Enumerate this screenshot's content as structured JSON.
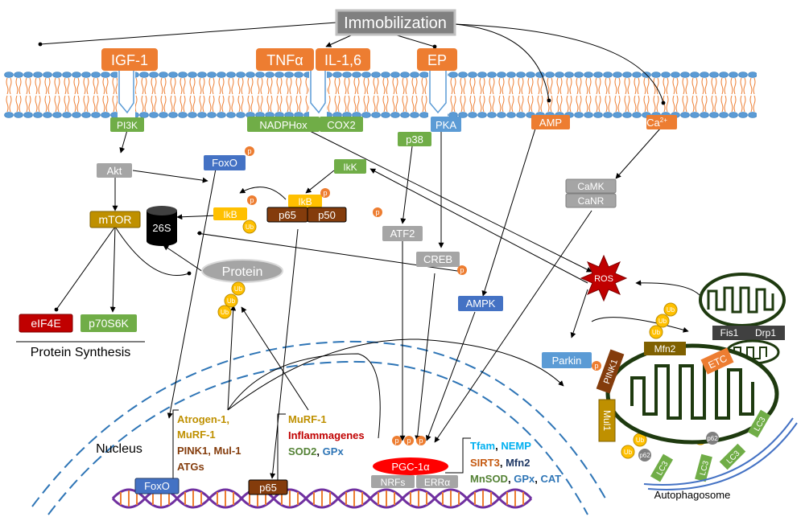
{
  "colors": {
    "orange": "#ED7D31",
    "green": "#70AD47",
    "blue": "#4472C4",
    "lightblue": "#5B9BD5",
    "gray": "#A5A5A5",
    "gold": "#BF9000",
    "yellow": "#FFC000",
    "red": "#C00000",
    "brown": "#843C0C",
    "darkgreen": "#375623",
    "navy": "#1F3864",
    "cyan": "#00B0F0",
    "teal": "#2E75B6"
  },
  "top": {
    "immobilization": "Immobilization"
  },
  "receptors": {
    "igf1": "IGF-1",
    "tnfa": "TNFα",
    "il16": "IL-1,6",
    "ep": "EP"
  },
  "membrane": {
    "pi3k": "PI3K",
    "nadphox": "NADPHox",
    "cox2": "COX2",
    "pka": "PKA",
    "amp": "AMP",
    "ca_base": "Ca",
    "ca_sup": "2+",
    "p38": "p38"
  },
  "cyto": {
    "akt": "Akt",
    "foxo": "FoxO",
    "ikk": "IkK",
    "ikb": "IkB",
    "ikb2": "IkB",
    "p65": "p65",
    "p50": "p50",
    "mtor": "mTOR",
    "proteasome": "26S",
    "atf2": "ATF2",
    "camk": "CaMK",
    "canr": "CaNR",
    "creb": "CREB",
    "protein": "Protein",
    "ampk": "AMPK",
    "ros": "ROS",
    "parkin": "Parkin",
    "eif4e": "eIF4E",
    "p70s6k": "p70S6K",
    "protein_synthesis": "Protein Synthesis"
  },
  "mito": {
    "fis1": "Fis1",
    "drp1": "Drp1",
    "mfn2": "Mfn2",
    "pink1": "PINK1",
    "etc": "ETC",
    "mul1": "Mul1",
    "lc3": "LC3",
    "p62": "p62",
    "autophagosome": "Autophagosome"
  },
  "badges": {
    "p": "p",
    "ub": "Ub"
  },
  "nucleus": {
    "label": "Nucleus",
    "foxo": "FoxO",
    "p65": "p65",
    "pgc1a": "PGC-1α",
    "nrfs": "NRFs",
    "erra": "ERRα",
    "foxo_targets": [
      "Atrogen-1,",
      "MuRF-1",
      "PINK1, Mul-1",
      "ATGs"
    ],
    "p65_targets": [
      "MuRF-1",
      "Inflammagenes"
    ],
    "p65_sod": "SOD2",
    "p65_comma": ",",
    "p65_gpx": "GPx",
    "pgc_tfam": "Tfam",
    "pgc_comma1": ",",
    "pgc_nemp": "NEMP",
    "pgc_sirt3": "SIRT3",
    "pgc_comma2": ",",
    "pgc_mfn2": "Mfn2",
    "pgc_mnsod": "MnSOD",
    "pgc_comma3": ",",
    "pgc_gpx": "GPx",
    "pgc_comma4": ",",
    "pgc_cat": "CAT"
  }
}
